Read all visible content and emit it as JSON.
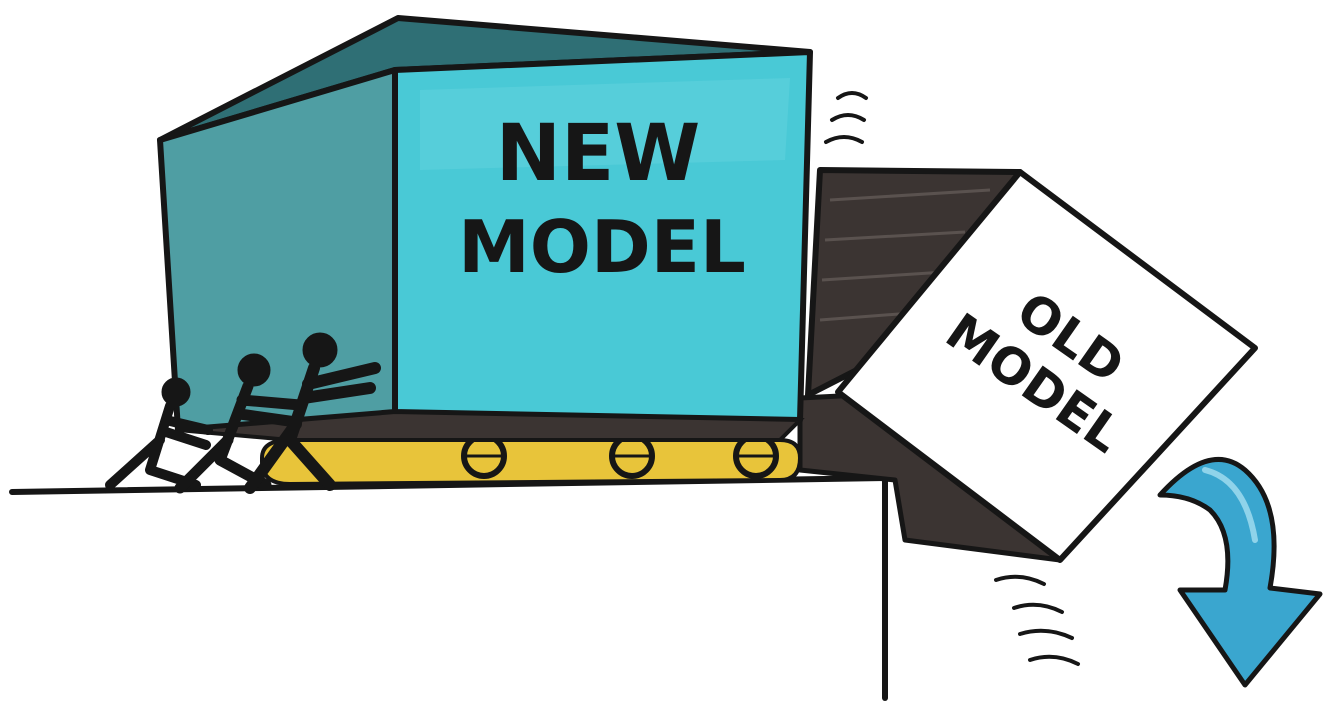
{
  "new_box": {
    "line1": "NEW",
    "line2": "MODEL"
  },
  "old_box": {
    "line1": "OLD",
    "line2": "MODEL"
  },
  "colors": {
    "new_box_front": "#49c9d6",
    "new_box_side": "#4f9ea3",
    "old_box_face": "#ffffff",
    "ramp": "#3b3432",
    "conveyor": "#e8c43a",
    "arrow": "#3aa6cf",
    "ink": "#161616"
  },
  "icons": [
    "people-pushing-icon",
    "down-arrow-icon",
    "motion-lines-icon",
    "conveyor-wheels-icon"
  ]
}
